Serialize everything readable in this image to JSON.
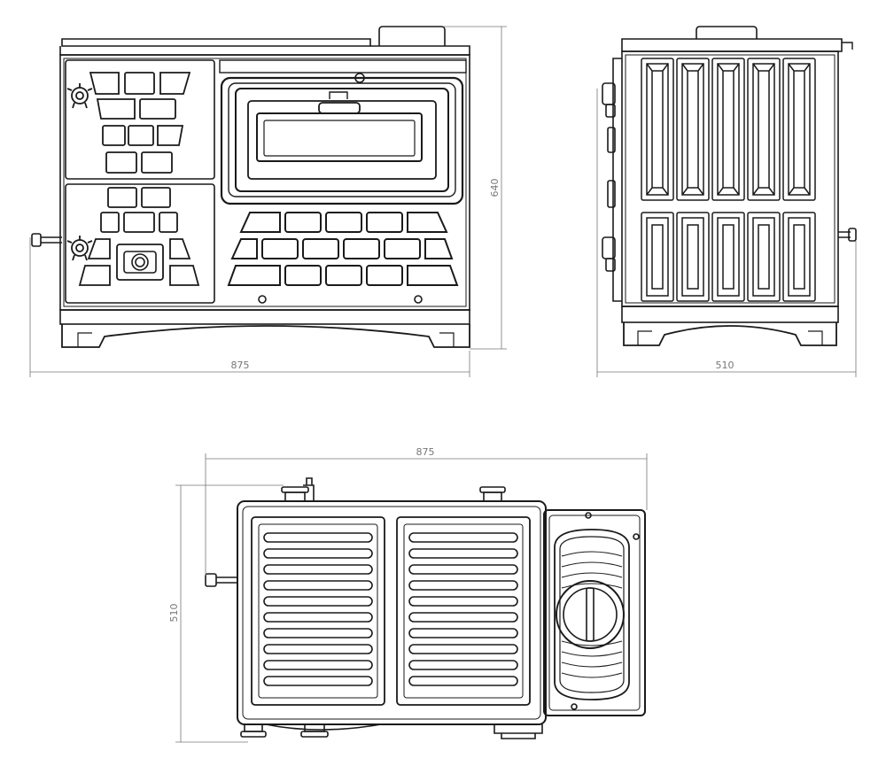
{
  "drawing": {
    "front_view": {
      "width_label": "875",
      "height_label": "640"
    },
    "side_view": {
      "width_label": "510"
    },
    "top_view": {
      "width_label": "875",
      "depth_label": "510"
    }
  },
  "colors": {
    "line": "#1a1a1a",
    "dimension": "#777777",
    "background": "#ffffff"
  }
}
